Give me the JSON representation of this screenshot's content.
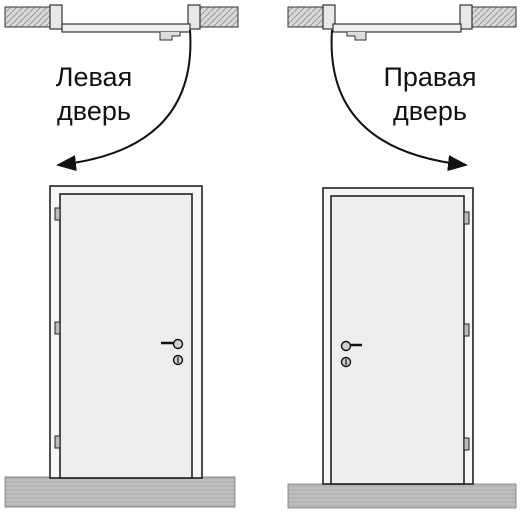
{
  "labels": {
    "left_door": {
      "line1": "Левая",
      "line2": "дверь"
    },
    "right_door": {
      "line1": "Правая",
      "line2": "дверь"
    }
  },
  "colors": {
    "outline": "#222222",
    "door_fill": "#eeeeee",
    "frame_fill": "#f6f6f6",
    "floor_fill": "#b8b8b8",
    "wall_fill": "#cfcfcf"
  }
}
